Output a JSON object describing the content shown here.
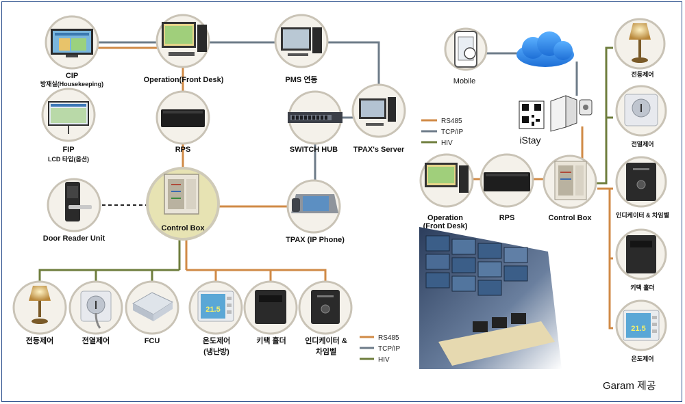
{
  "colors": {
    "rs485": "#d08a46",
    "tcpip": "#6d7b88",
    "hiv": "#6e7d3c",
    "frame": "#2b4f8c"
  },
  "left": {
    "cip": {
      "title": "CIP",
      "subtitle": "방재실(Housekeeping)"
    },
    "fip": {
      "title": "FIP",
      "subtitle": "LCD 타입(옵션)"
    },
    "operation": "Operation(Front Desk)",
    "rps": "RPS",
    "pms": "PMS 연동",
    "switch_hub": "SWITCH HUB",
    "tpax_server": "TPAX's Server",
    "control_box": "Control Box",
    "door_reader": "Door Reader Unit",
    "tpax_phone": "TPAX (IP Phone)",
    "devices": [
      "전등제어",
      "전열제어",
      "FCU",
      "온도제어",
      "키택 홀더",
      "인디케이터 &"
    ],
    "temp_sub": "(냉난방)",
    "indicator_sub": "차임벨",
    "thermostat_reading": "21.5",
    "legend": [
      "RS485",
      "TCP/IP",
      "HIV"
    ]
  },
  "right": {
    "mobile": "Mobile",
    "istay": "iStay",
    "legend": [
      "RS485",
      "TCP/IP",
      "HIV"
    ],
    "operation_l1": "Operation",
    "operation_l2": "(Front Desk)",
    "rps": "RPS",
    "control_box": "Control Box",
    "devices": [
      "전등제어",
      "전열제어",
      "인디케이터 & 차임벨",
      "키택 홀더",
      "온도제어"
    ],
    "thermostat_reading": "21.5"
  },
  "credit": "Garam 제공"
}
